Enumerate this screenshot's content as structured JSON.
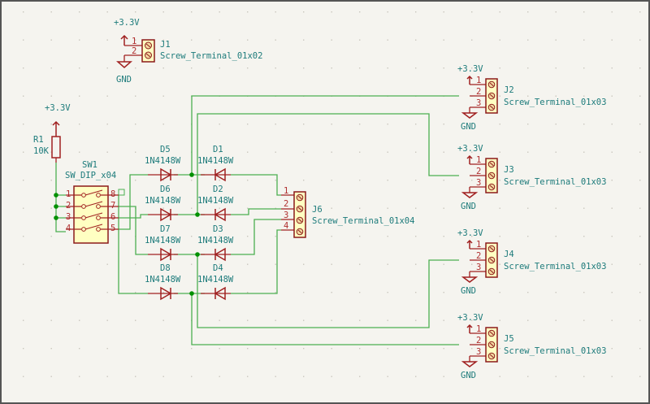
{
  "colors": {
    "background": "#f5f4ef",
    "wire": "#4caf50",
    "junction": "#009000",
    "symbol": "#a02020",
    "symbol_fill": "#ffffc2",
    "text": "#1d7b7b"
  },
  "power": {
    "vcc": "+3.3V",
    "gnd": "GND"
  },
  "components": {
    "J1": {
      "ref": "J1",
      "value": "Screw_Terminal_01x02",
      "pins": [
        "1",
        "2"
      ]
    },
    "J2": {
      "ref": "J2",
      "value": "Screw_Terminal_01x03",
      "pins": [
        "1",
        "2",
        "3"
      ]
    },
    "J3": {
      "ref": "J3",
      "value": "Screw_Terminal_01x03",
      "pins": [
        "1",
        "2",
        "3"
      ]
    },
    "J4": {
      "ref": "J4",
      "value": "Screw_Terminal_01x03",
      "pins": [
        "1",
        "2",
        "3"
      ]
    },
    "J5": {
      "ref": "J5",
      "value": "Screw_Terminal_01x03",
      "pins": [
        "1",
        "2",
        "3"
      ]
    },
    "J6": {
      "ref": "J6",
      "value": "Screw_Terminal_01x04",
      "pins": [
        "1",
        "2",
        "3",
        "4"
      ]
    },
    "R1": {
      "ref": "R1",
      "value": "10K"
    },
    "SW1": {
      "ref": "SW1",
      "value": "SW_DIP_x04",
      "pins_left": [
        "1",
        "2",
        "3",
        "4"
      ],
      "pins_right": [
        "8",
        "7",
        "6",
        "5"
      ]
    },
    "D1": {
      "ref": "D1",
      "value": "1N4148W"
    },
    "D2": {
      "ref": "D2",
      "value": "1N4148W"
    },
    "D3": {
      "ref": "D3",
      "value": "1N4148W"
    },
    "D4": {
      "ref": "D4",
      "value": "1N4148W"
    },
    "D5": {
      "ref": "D5",
      "value": "1N4148W"
    },
    "D6": {
      "ref": "D6",
      "value": "1N4148W"
    },
    "D7": {
      "ref": "D7",
      "value": "1N4148W"
    },
    "D8": {
      "ref": "D8",
      "value": "1N4148W"
    }
  }
}
